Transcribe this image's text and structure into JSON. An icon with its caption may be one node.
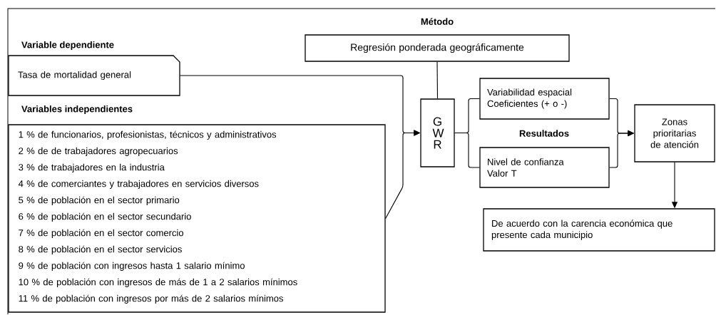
{
  "diagram": {
    "nodes": [
      {
        "text": [
          "Variable dependiente",
          "Tasa de mortalidad general"
        ]
      },
      {
        "text": [
          "Variables independientes",
          "1 % de funcionarios, profesionistas, técnicos y administrativos",
          "2 % de de trabajadores agropecuarios",
          "3 % de trabajadores en la industria",
          "4 % de comerciantes y trabajadores en servicios diversos",
          "5 % de población en el sector primario",
          "6 % de población en el sector secundario",
          "7 % de población en el sector comercio",
          "8 % de población en el sector servicios",
          "9 % de población con ingresos hasta 1 salario mínimo",
          "10 % de población con ingresos de más de 1 a 2 salarios mínimos",
          "11 % de población con ingresos por más de 2 salarios mínimos"
        ]
      },
      {
        "text": [
          "Método",
          "Regresión ponderada geográficamente"
        ]
      },
      {
        "text": [
          "G W R"
        ]
      },
      {
        "text": [
          "Variabilidad espacial",
          "Coeficientes (+ o -)"
        ]
      },
      {
        "text": [
          "Nivel de confianza",
          "Valor T"
        ]
      },
      {
        "text": [
          "Zonas prioritarias de atención"
        ]
      },
      {
        "text": [
          "De acuerdo con la carencia económica que presente cada municipio"
        ]
      }
    ],
    "edges": [
      {
        "from": 0,
        "to": 3,
        "arrow": "to"
      },
      {
        "from": 1,
        "to": 3,
        "arrow": "to"
      },
      {
        "from": 2,
        "to": 3,
        "arrow": "none"
      },
      {
        "from": 3,
        "to": 4,
        "arrow": "none"
      },
      {
        "from": 3,
        "to": 5,
        "arrow": "none"
      },
      {
        "from": 4,
        "to": 6,
        "arrow": "to"
      },
      {
        "from": 5,
        "to": 6,
        "arrow": "to"
      },
      {
        "from": 6,
        "to": 7,
        "arrow": "to"
      }
    ],
    "labels": [
      "Resultados"
    ]
  }
}
